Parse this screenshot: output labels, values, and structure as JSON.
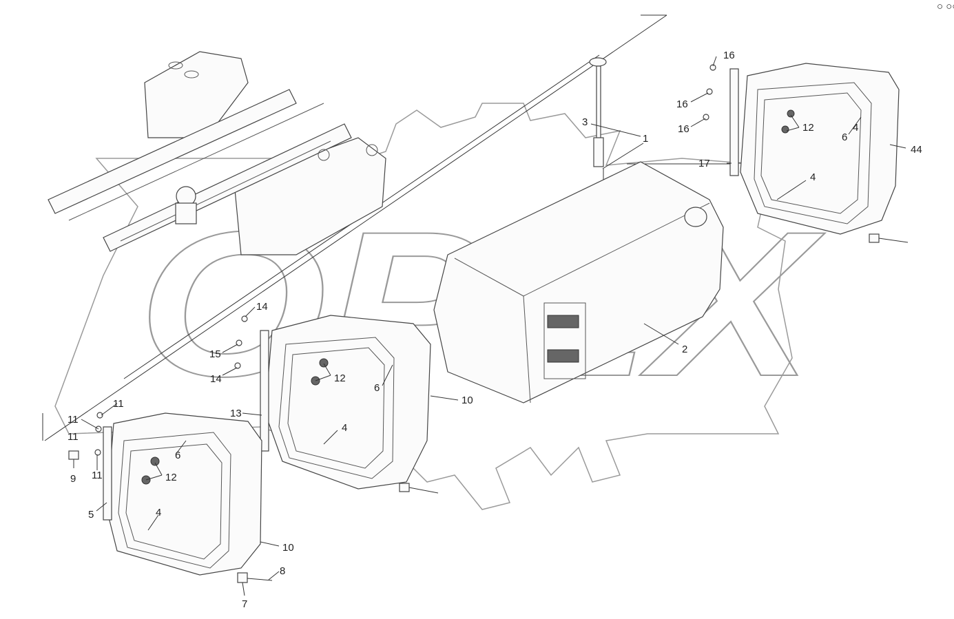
{
  "diagram": {
    "watermark": "ОРЕХ",
    "corner_mark": "○ ○○",
    "colors": {
      "line": "#333333",
      "watermark": "#9a9a9a",
      "background": "#ffffff"
    },
    "callouts": [
      "1",
      "2",
      "3",
      "4",
      "4",
      "4",
      "4",
      "5",
      "6",
      "6",
      "6",
      "7",
      "8",
      "9",
      "10",
      "10",
      "11",
      "11",
      "11",
      "11",
      "12",
      "12",
      "12",
      "13",
      "14",
      "14",
      "15",
      "16",
      "16",
      "16",
      "17",
      "44"
    ]
  }
}
